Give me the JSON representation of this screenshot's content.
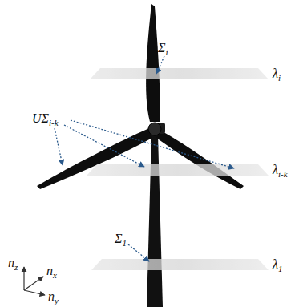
{
  "diagram": {
    "labels": [
      "Σi",
      "λi",
      "UΣi-k",
      "λi-k",
      "Σ1",
      "λ1",
      "nz",
      "nx",
      "ny"
    ]
  }
}
